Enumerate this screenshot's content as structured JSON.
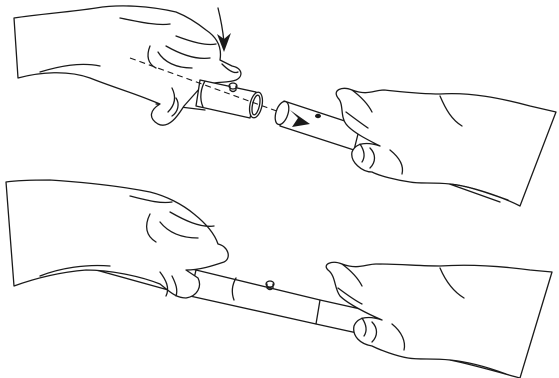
{
  "illustration": {
    "panels": [
      {
        "step": "separated",
        "shows": [
          "left-hand-with-male-tube",
          "right-hand-with-female-tube",
          "press-button-arrow",
          "insertion-dashed-arrow"
        ]
      },
      {
        "step": "joined",
        "shows": [
          "left-hand",
          "right-hand",
          "joined-tube-with-button"
        ]
      }
    ],
    "icons": [
      "down-arrow-icon",
      "insertion-arrow-icon"
    ],
    "colors": {
      "line": "#1a1a1a",
      "background": "#ffffff"
    }
  }
}
